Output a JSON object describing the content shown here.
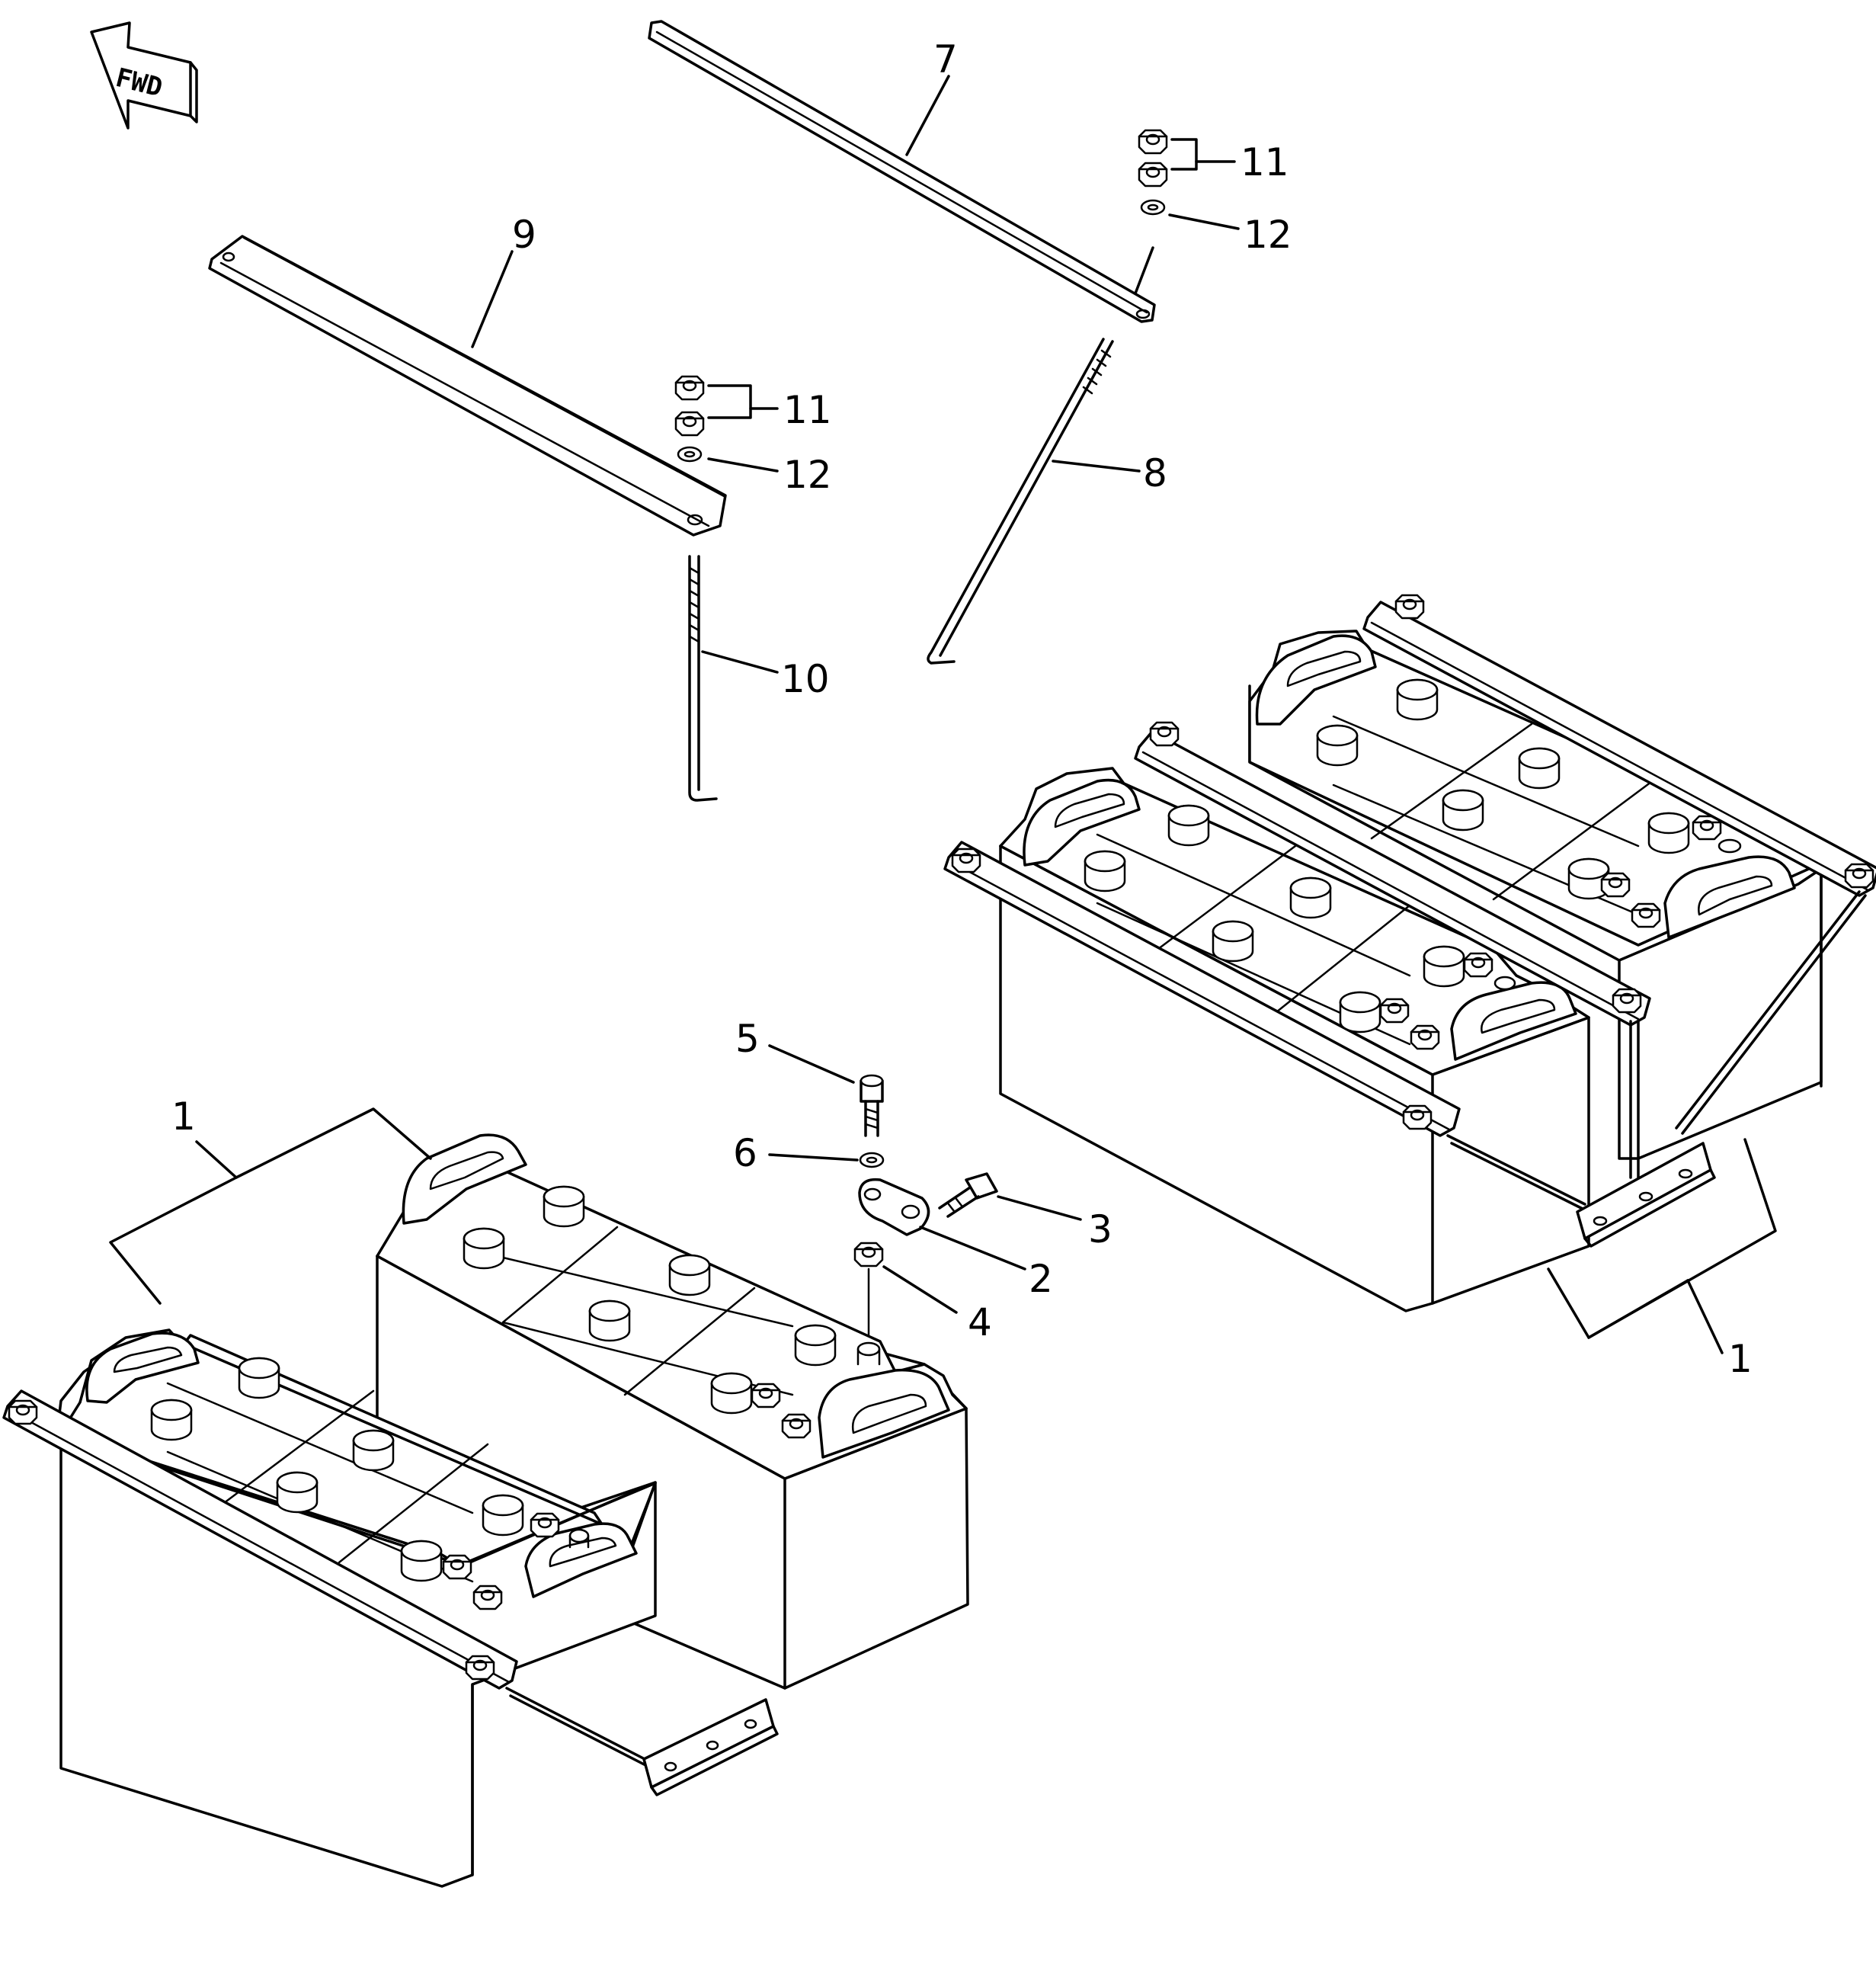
{
  "direction_marker": {
    "text": "FWD"
  },
  "callouts": [
    {
      "id": "c1a",
      "text": "1"
    },
    {
      "id": "c1b",
      "text": "1"
    },
    {
      "id": "c2",
      "text": "2"
    },
    {
      "id": "c3",
      "text": "3"
    },
    {
      "id": "c4",
      "text": "4"
    },
    {
      "id": "c5",
      "text": "5"
    },
    {
      "id": "c6",
      "text": "6"
    },
    {
      "id": "c7",
      "text": "7"
    },
    {
      "id": "c8",
      "text": "8"
    },
    {
      "id": "c9",
      "text": "9"
    },
    {
      "id": "c10",
      "text": "10"
    },
    {
      "id": "c11a",
      "text": "11"
    },
    {
      "id": "c11b",
      "text": "11"
    },
    {
      "id": "c12a",
      "text": "12"
    },
    {
      "id": "c12b",
      "text": "12"
    }
  ]
}
